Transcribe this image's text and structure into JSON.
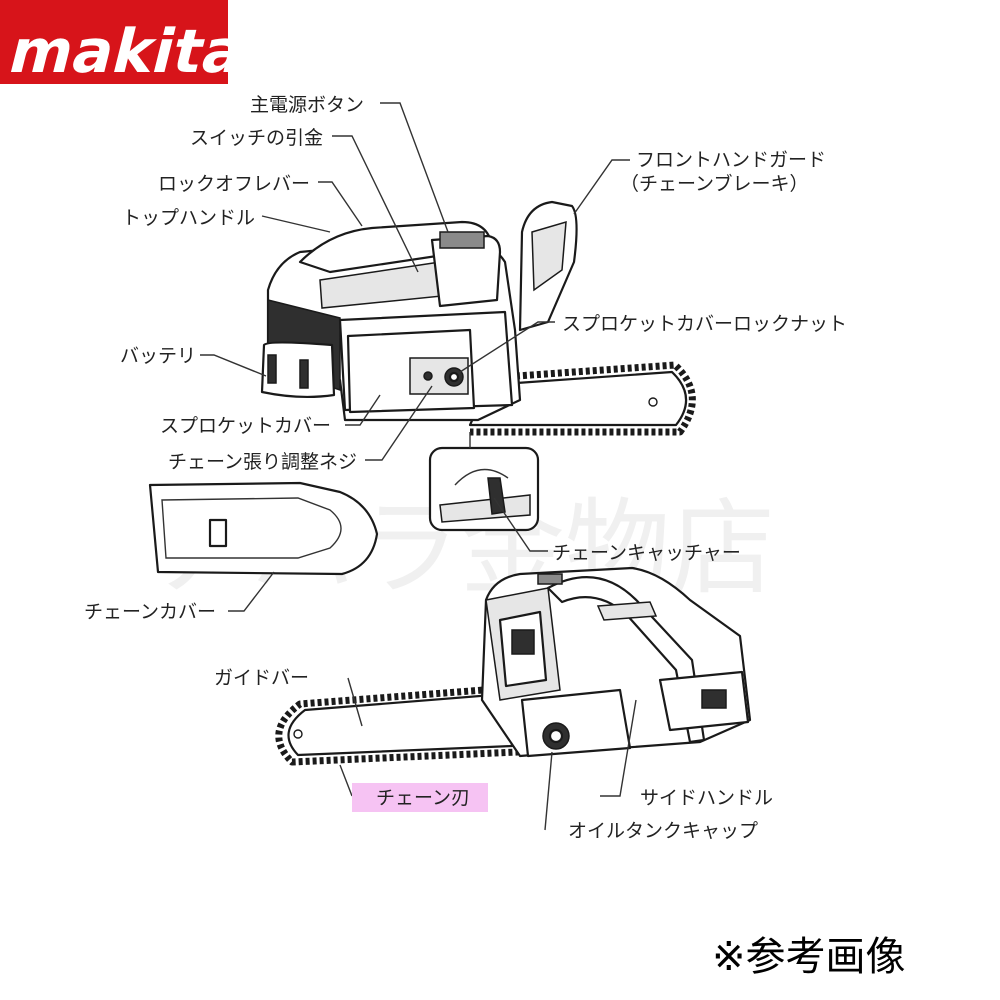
{
  "brand": {
    "logo_text": "makita",
    "logo_color": "#d7141a"
  },
  "watermark": "チハラ金物店",
  "labels": {
    "main_power_button": "主電源ボタン",
    "switch_trigger": "スイッチの引金",
    "lock_off_lever": "ロックオフレバー",
    "top_handle": "トップハンドル",
    "front_hand_guard": "フロントハンドガード",
    "chain_brake": "（チェーンブレーキ）",
    "sprocket_cover_lock_nut": "スプロケットカバーロックナット",
    "battery": "バッテリ",
    "sprocket_cover": "スプロケットカバー",
    "chain_tension_screw": "チェーン張り調整ネジ",
    "chain_catcher": "チェーンキャッチャー",
    "chain_cover": "チェーンカバー",
    "guide_bar": "ガイドバー",
    "chain_blade": "チェーン刃",
    "side_handle": "サイドハンドル",
    "oil_tank_cap": "オイルタンクキャップ"
  },
  "highlight_color": "#f6c3f3",
  "footnote": "※参考画像"
}
